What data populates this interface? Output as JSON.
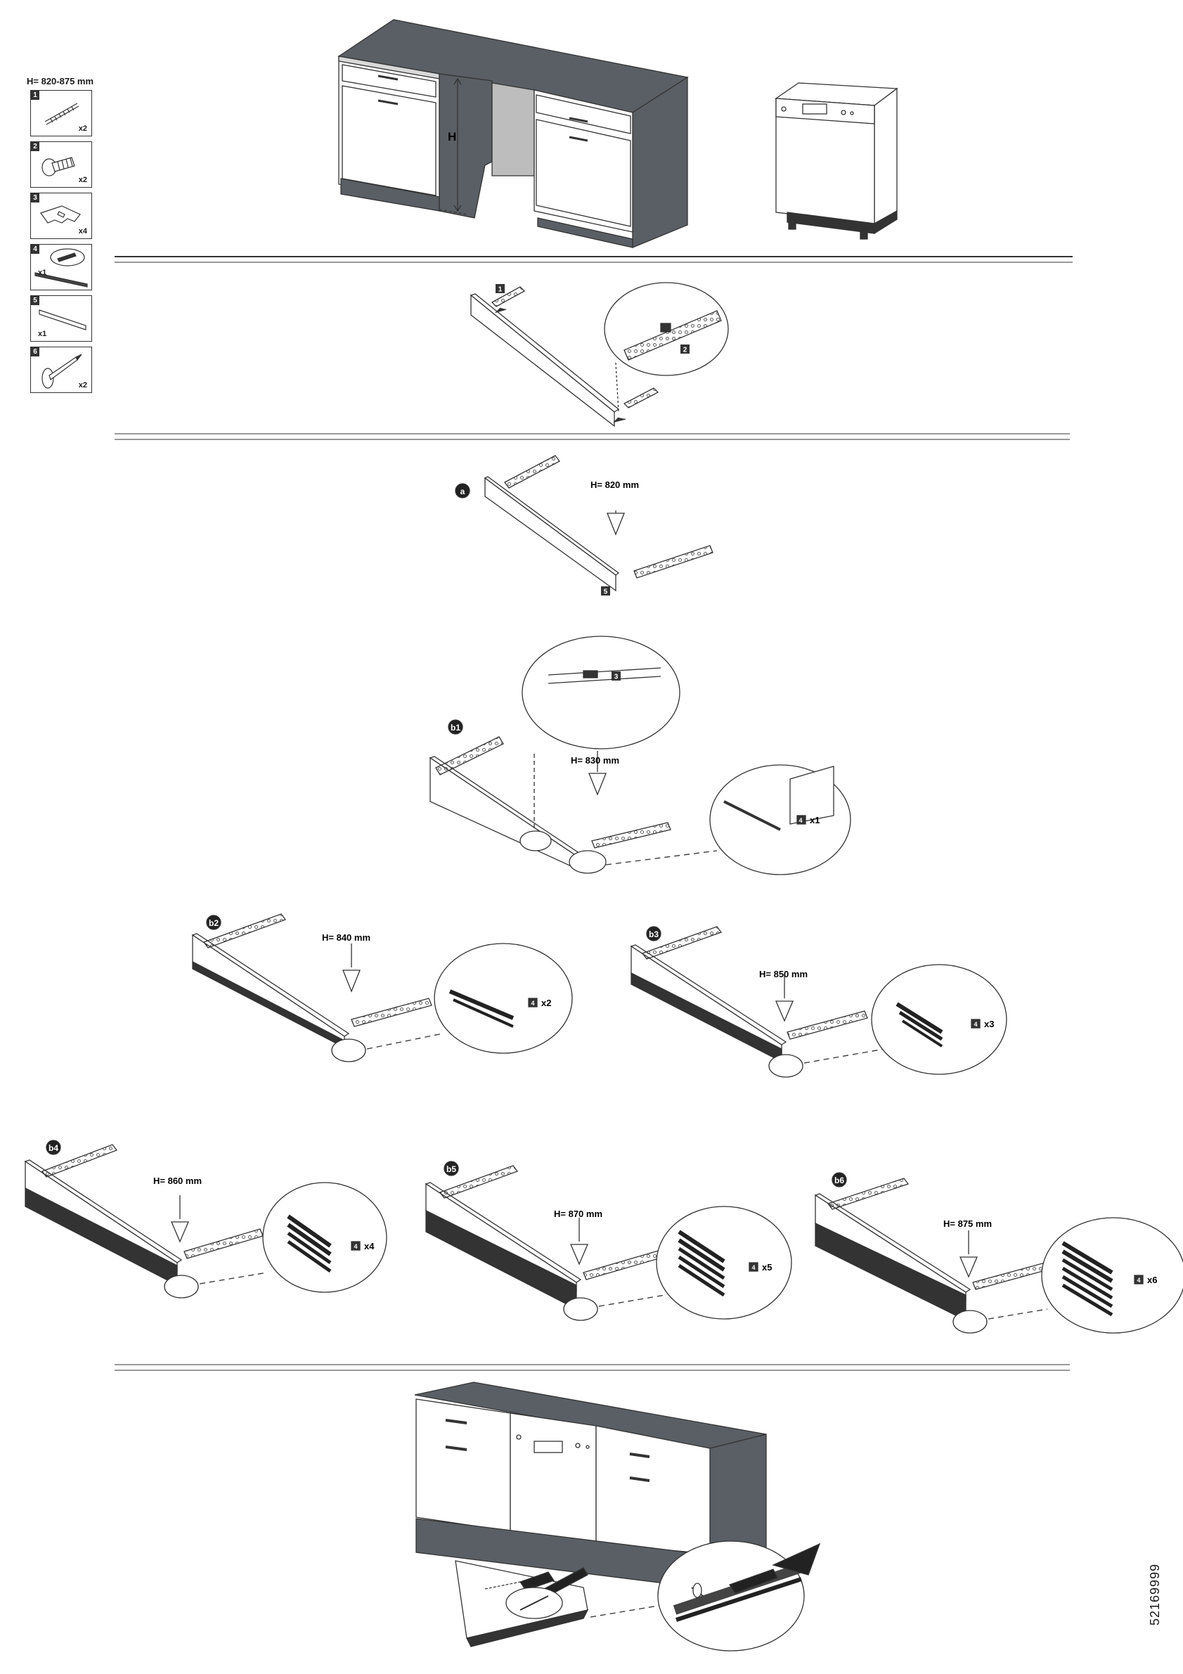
{
  "height_range": "H= 820-875 mm",
  "cabinet_height_symbol": "H",
  "parts": [
    {
      "num": "1",
      "qty": "x2",
      "icon": "threaded-rod-icon"
    },
    {
      "num": "2",
      "qty": "x2",
      "icon": "screw-icon"
    },
    {
      "num": "3",
      "qty": "x4",
      "icon": "clip-icon"
    },
    {
      "num": "4",
      "qty": "x1",
      "icon": "spacer-strip-icon"
    },
    {
      "num": "5",
      "qty": "x1",
      "icon": "plinth-panel-icon"
    },
    {
      "num": "6",
      "qty": "x2",
      "icon": "foot-screw-icon"
    }
  ],
  "step2": {
    "part_a": "1",
    "part_b": "2"
  },
  "variants": [
    {
      "id": "a",
      "height": "H= 820 mm",
      "part": "5",
      "spacer_count": ""
    },
    {
      "id": "b1",
      "height": "H= 830 mm",
      "part": "3",
      "spacer_count": "x1"
    },
    {
      "id": "b2",
      "height": "H= 840 mm",
      "spacer_count": "x2"
    },
    {
      "id": "b3",
      "height": "H= 850 mm",
      "spacer_count": "x3"
    },
    {
      "id": "b4",
      "height": "H= 860 mm",
      "spacer_count": "x4"
    },
    {
      "id": "b5",
      "height": "H= 870 mm",
      "spacer_count": "x5"
    },
    {
      "id": "b6",
      "height": "H= 875 mm",
      "spacer_count": "x6"
    }
  ],
  "spacer_part": "4",
  "document_number": "52169999"
}
